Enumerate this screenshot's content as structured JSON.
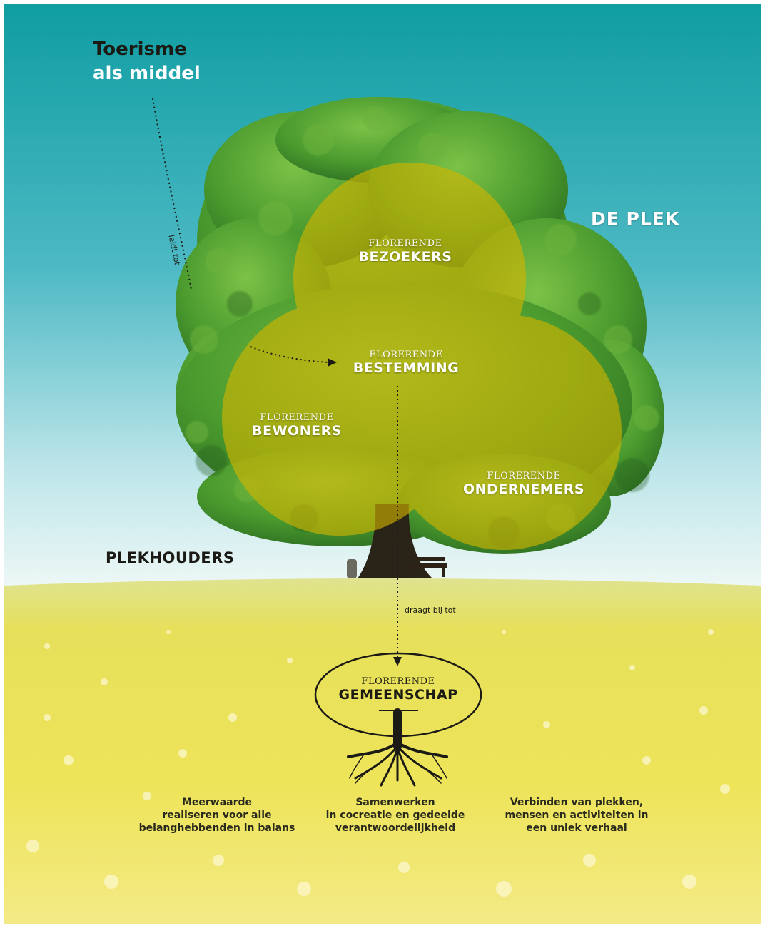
{
  "title": {
    "line1": "Toerisme",
    "line2": "als middel"
  },
  "arrow_labels": {
    "leidt_tot": "leidt tot",
    "draagt_bij_tot": "draagt bij tot"
  },
  "place_label": "DE PLEK",
  "stakeholders_label": "PLEKHOUDERS",
  "prefix": "FLORERENDE",
  "circles": {
    "bezoekers": "BEZOEKERS",
    "bestemming": "BESTEMMING",
    "bewoners": "BEWONERS",
    "ondernemers": "ONDERNEMERS"
  },
  "community": "GEMEENSCHAP",
  "principles": [
    "Meerwaarde\nrealiseren voor alle\nbelanghebbenden in balans",
    "Samenwerken\nin cocreatie en gedeelde\nverantwoordelijkheid",
    "Verbinden van plekken,\nmensen en activiteiten in\neen uniek verhaal"
  ],
  "colors": {
    "sky_top": "#13a0a4",
    "sky_bottom": "#e9f6f4",
    "foliage": "#3f8f2a",
    "circle_fill": "#d6b800",
    "meadow": "#e8e04a",
    "dark_text": "#1b1a14"
  }
}
